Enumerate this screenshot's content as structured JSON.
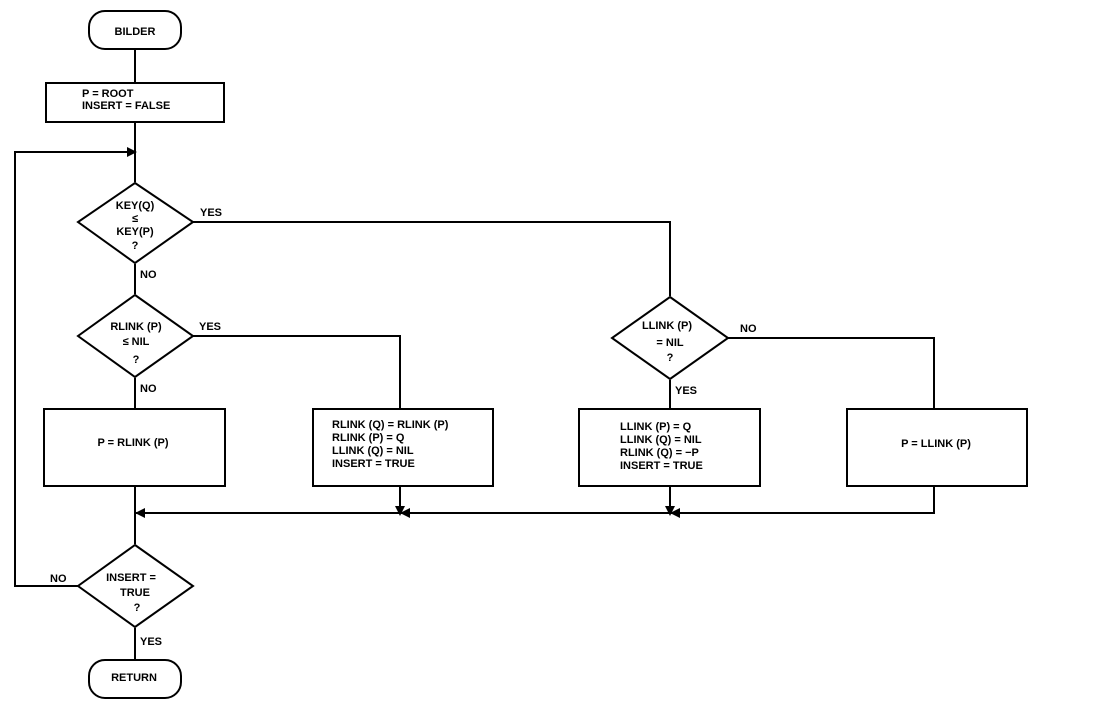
{
  "start": {
    "label": "BILDER"
  },
  "init": {
    "lines": [
      "P = ROOT",
      "INSERT = FALSE"
    ]
  },
  "decision_key": {
    "lines": [
      "KEY(Q)",
      "≤",
      "KEY(P)",
      "?"
    ],
    "yes": "YES",
    "no": "NO"
  },
  "decision_rlink": {
    "lines": [
      "RLINK (P)",
      "≤ NIL",
      "?"
    ],
    "yes": "YES",
    "no": "NO"
  },
  "decision_llink": {
    "lines": [
      "LLINK (P)",
      "= NIL",
      "?"
    ],
    "yes": "YES",
    "no": "NO"
  },
  "box_p_rlink": {
    "label": "P = RLINK (P)"
  },
  "box_rlink_insert": {
    "lines": [
      "RLINK (Q) = RLINK (P)",
      "RLINK (P) = Q",
      "LLINK (Q) = NIL",
      "INSERT = TRUE"
    ]
  },
  "box_llink_insert": {
    "lines": [
      "LLINK (P) = Q",
      "LLINK (Q) = NIL",
      "RLINK (Q) = −P",
      "INSERT = TRUE"
    ]
  },
  "box_p_llink": {
    "label": "P = LLINK (P)"
  },
  "decision_insert": {
    "lines": [
      "INSERT =",
      "TRUE",
      "?"
    ],
    "yes": "YES",
    "no": "NO"
  },
  "end": {
    "label": "RETURN"
  }
}
